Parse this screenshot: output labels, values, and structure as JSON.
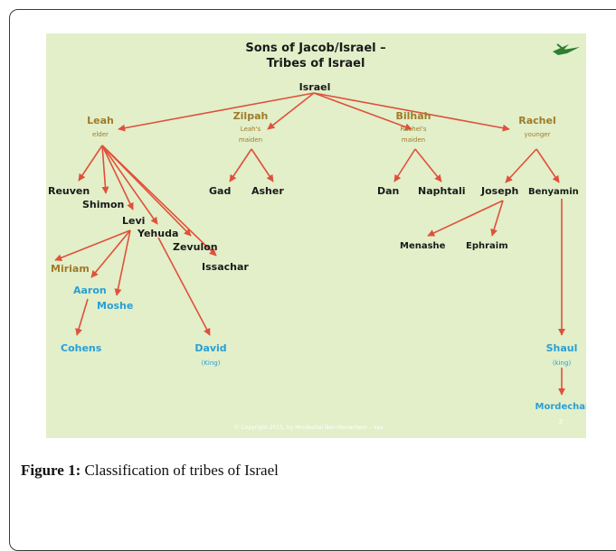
{
  "diagram": {
    "title_line1": "Sons of Jacob/Israel –",
    "title_line2": "Tribes of Israel",
    "root": "Israel",
    "wives": {
      "leah": {
        "name": "Leah",
        "note": "elder"
      },
      "zilpah": {
        "name": "Zilpah",
        "note1": "Leah's",
        "note2": "maiden"
      },
      "bilhah": {
        "name": "Bilhah",
        "note1": "Rachel's",
        "note2": "maiden"
      },
      "rachel": {
        "name": "Rachel",
        "note": "younger"
      }
    },
    "sons": {
      "reuven": "Reuven",
      "shimon": "Shimon",
      "levi": "Levi",
      "yehuda": "Yehuda",
      "zevulon": "Zevulon",
      "issachar": "Issachar",
      "gad": "Gad",
      "asher": "Asher",
      "dan": "Dan",
      "naphtali": "Naphtali",
      "joseph": "Joseph",
      "benyamin": "Benyamin"
    },
    "descendants": {
      "miriam": "Miriam",
      "aaron": "Aaron",
      "moshe": "Moshe",
      "cohens": "Cohens",
      "david": "David",
      "david_note": "(King)",
      "menashe": "Menashe",
      "ephraim": "Ephraim",
      "shaul": "Shaul",
      "shaul_note": "(king)",
      "mordechai": "Mordechai"
    },
    "copyright": "© Copyright 2015, by Mordechai Ben-Menachem – xxx",
    "slide_number": "2",
    "colors": {
      "background": "#e2efc9",
      "arrow": "#e0503a",
      "male": "#1a1a1a",
      "female": "#a07a2a",
      "priestly": "#2a9fd6"
    },
    "logo_icon": "palm-tree-logo-icon"
  },
  "caption": {
    "label": "Figure 1:",
    "text": " Classification of tribes of Israel"
  }
}
